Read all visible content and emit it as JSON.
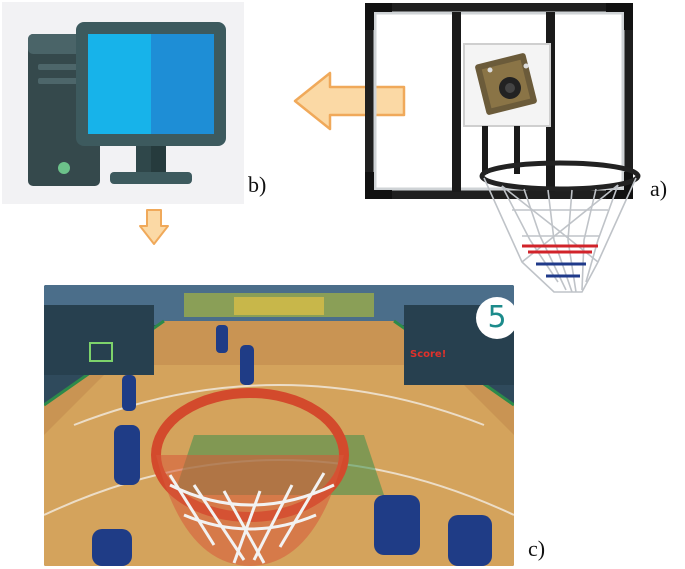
{
  "labels": {
    "a": "a)",
    "b": "b)",
    "c": "c)"
  },
  "overlay": {
    "score_number": "5",
    "score_text": "Score!"
  },
  "icons": {
    "computer": "desktop-computer-icon",
    "arrow_left": "arrow-left-icon",
    "arrow_down": "arrow-down-icon"
  },
  "colors": {
    "arrow_fill": "#fbd9a5",
    "arrow_stroke": "#f0a95a",
    "screen": "#17b3ea",
    "monitor_frame": "#3d5a5e",
    "tower": "#35494c",
    "tower_light": "#6cc28a"
  }
}
